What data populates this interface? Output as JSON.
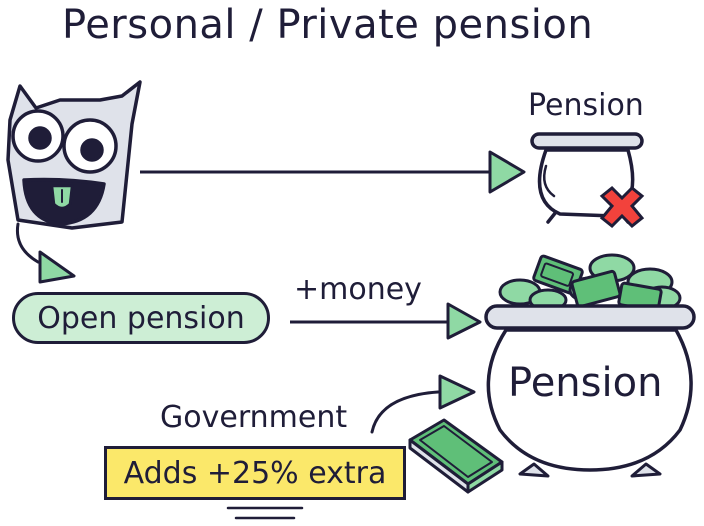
{
  "title": "Personal / Private pension",
  "empty_pot_label": "Pension",
  "open_pension_label": "Open pension",
  "money_label": "+money",
  "pot_label": "Pension",
  "government_label": "Government",
  "adds_label": "Adds +25% extra",
  "colors": {
    "ink": "#1f1d38",
    "green_arrow": "#8fd9a4",
    "pill_fill": "#cdeed5",
    "yellow_box": "#fbe86a",
    "red_cross": "#f2423c",
    "banknote": "#5fbf78"
  },
  "icons": [
    "monster-character",
    "arrow-icon",
    "empty-pot-icon",
    "cross-icon",
    "full-pot-icon",
    "banknotes-icon"
  ]
}
